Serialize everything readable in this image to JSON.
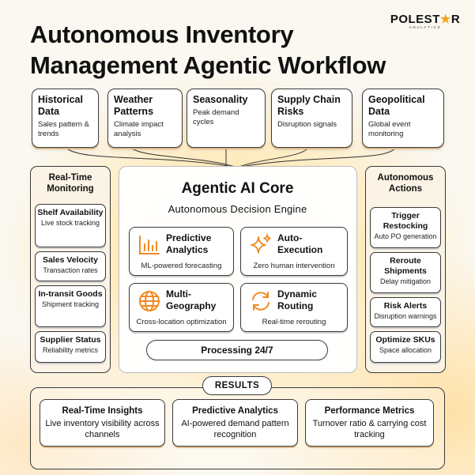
{
  "title_line1": "Autonomous Inventory",
  "title_line2": "Management Agentic Workflow",
  "logo": {
    "name_a": "POLEST",
    "name_star": "★",
    "name_b": "R",
    "sub": "ANALYTICS"
  },
  "sources": [
    {
      "title": "Historical Data",
      "desc": "Sales pattern & trends"
    },
    {
      "title": "Weather Patterns",
      "desc": "Climate impact analysis"
    },
    {
      "title": "Seasonality",
      "desc": "Peak demand cycles"
    },
    {
      "title": "Supply Chain Risks",
      "desc": "Disruption signals"
    },
    {
      "title": "Geopolitical Data",
      "desc": "Global event monitoring"
    }
  ],
  "left_panel": {
    "header": "Real-Time Monitoring",
    "items": [
      {
        "title": "Shelf Availability",
        "desc": "Live stock tracking"
      },
      {
        "title": "Sales Velocity",
        "desc": "Transaction rates"
      },
      {
        "title": "In-transit Goods",
        "desc": "Shipment tracking"
      },
      {
        "title": "Supplier Status",
        "desc": "Reliability metrics"
      }
    ]
  },
  "right_panel": {
    "header": "Autonomous Actions",
    "items": [
      {
        "title": "Trigger Restocking",
        "desc": "Auto PO generation"
      },
      {
        "title": "Reroute Shipments",
        "desc": "Delay mitigation"
      },
      {
        "title": "Risk Alerts",
        "desc": "Disruption warnings"
      },
      {
        "title": "Optimize SKUs",
        "desc": "Space allocation"
      }
    ]
  },
  "core": {
    "title": "Agentic AI Core",
    "subtitle": "Autonomous Decision Engine",
    "cards": [
      {
        "title": "Predictive Analytics",
        "desc": "ML-powered forecasting",
        "icon": "bar-chart-icon"
      },
      {
        "title": "Auto-Execution",
        "desc": "Zero human intervention",
        "icon": "sparkle-icon"
      },
      {
        "title": "Multi-Geography",
        "desc": "Cross-location optimization",
        "icon": "globe-icon"
      },
      {
        "title": "Dynamic Routing",
        "desc": "Real-time rerouting",
        "icon": "refresh-icon"
      }
    ],
    "processing": "Processing 24/7"
  },
  "results": {
    "label": "RESULTS",
    "items": [
      {
        "title": "Real-Time Insights",
        "desc": "Live inventory visibility across channels"
      },
      {
        "title": "Predictive Analytics",
        "desc": "AI-powered demand pattern recognition"
      },
      {
        "title": "Performance Metrics",
        "desc": "Turnover ratio & carrying cost tracking"
      }
    ]
  },
  "colors": {
    "accent": "#f08a24",
    "star": "#f2a51f",
    "glow": "#ffd98a",
    "border": "#3a3a3a"
  }
}
